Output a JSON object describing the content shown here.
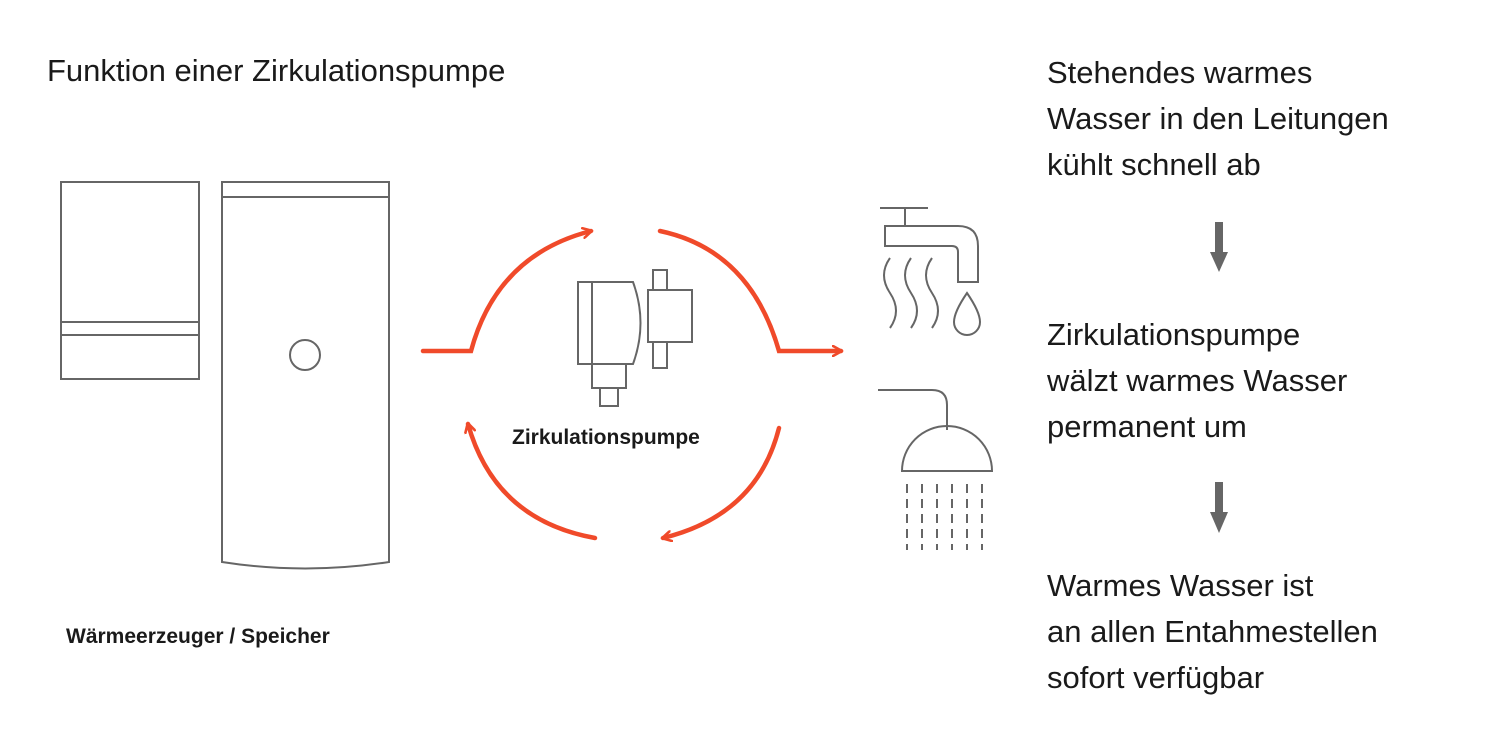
{
  "title": "Funktion einer Zirkulationspumpe",
  "labels": {
    "heater": "Wärmeerzeuger / Speicher",
    "pump": "Zirkulationspumpe"
  },
  "steps": [
    {
      "lines": [
        "Stehendes warmes",
        "Wasser in den Leitungen",
        "kühlt schnell ab"
      ]
    },
    {
      "lines": [
        "Zirkulationspumpe",
        "wälzt warmes Wasser",
        "permanent um"
      ]
    },
    {
      "lines": [
        "Warmes Wasser ist",
        "an allen Entahmestellen",
        "sofort verfügbar"
      ]
    }
  ],
  "colors": {
    "flow": "#f04a2a",
    "outline": "#666666",
    "step_arrow": "#666666",
    "text": "#1a1a1a"
  },
  "icons": [
    "boiler-icon",
    "storage-tank-icon",
    "pump-icon",
    "faucet-icon",
    "shower-icon",
    "down-arrow-icon"
  ]
}
